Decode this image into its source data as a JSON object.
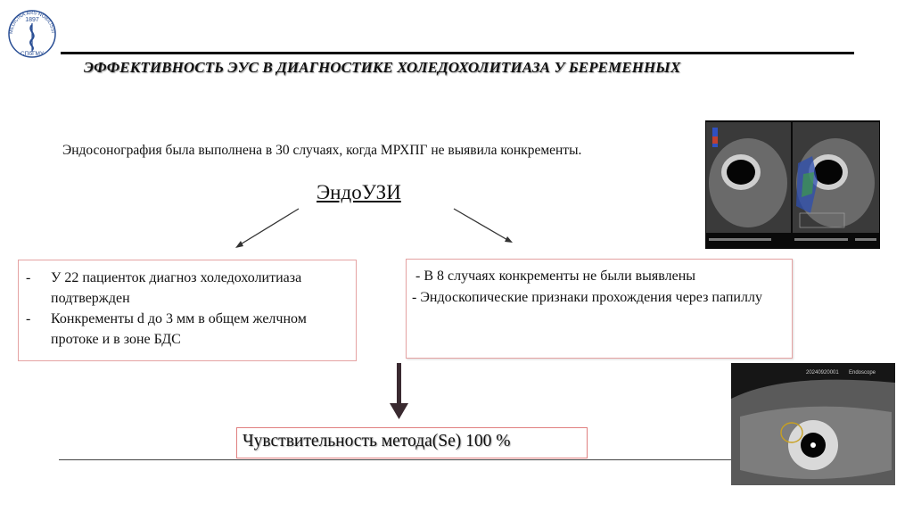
{
  "header": {
    "title": "ЭФФЕКТИВНОСТЬ ЭУС В ДИАГНОСТИКЕ ХОЛЕДОХОЛИТИАЗА У БЕРЕМЕННЫХ",
    "logo_text": {
      "arc": "MEDICINA ARS NOBILISSIMA",
      "year": "1897",
      "abbr": "СПбГМУ"
    }
  },
  "intro_text": "Эндосонография была выполнена в 30 случаях, когда МРХПГ не выявила конкременты.",
  "center_label": "ЭндоУЗИ",
  "left_box": {
    "items": [
      {
        "dash": "-",
        "text": "У 22 пациенток диагноз холедохолитиаза подтвержден"
      },
      {
        "dash": "-",
        "text": "Конкременты d до 3 мм в общем желчном протоке и в зоне БДС"
      }
    ]
  },
  "right_box": {
    "line1": " - В 8 случаях конкременты не были выявлены",
    "line2": "- Эндоскопические признаки прохождения через папиллу"
  },
  "result_text": "Чувствительность метода(Se) 100 %",
  "image2_overlay": {
    "id_text": "20240920001",
    "brand_text": "Endoscope"
  },
  "colors": {
    "box_border": "#e5a3a3",
    "arrow_dark": "#3a2a30",
    "logo_blue": "#2a4f95"
  }
}
